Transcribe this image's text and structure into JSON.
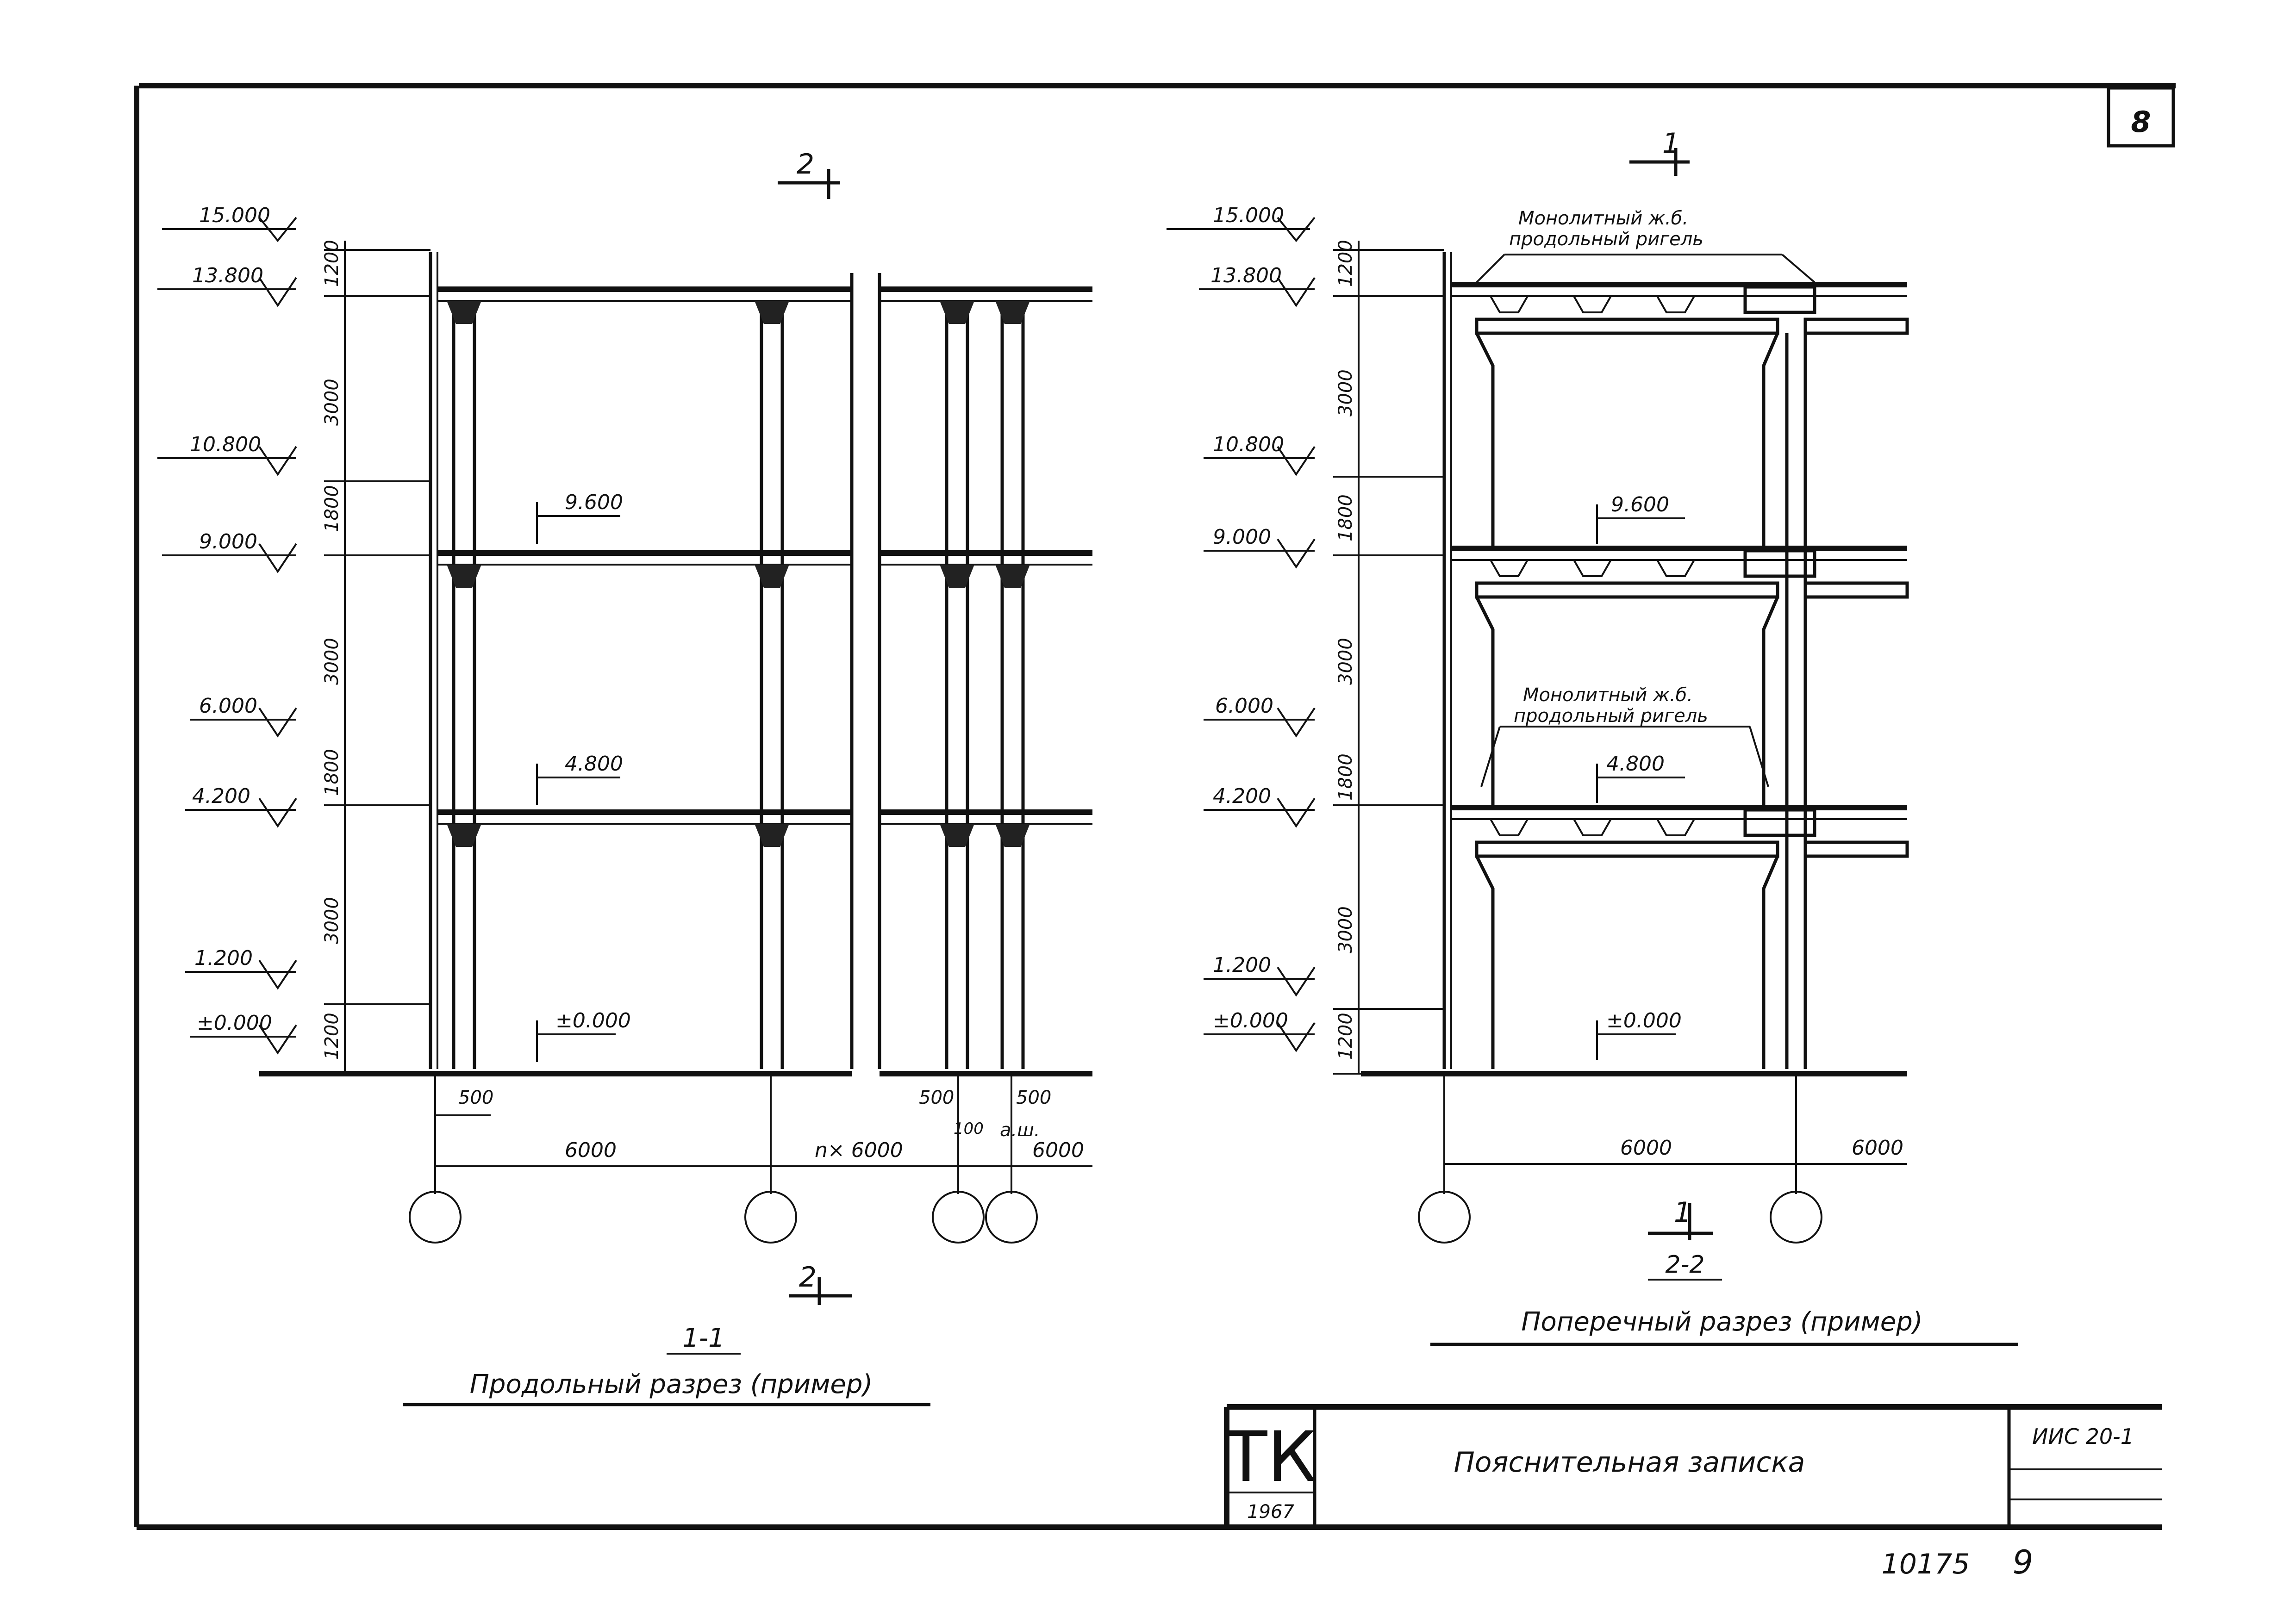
{
  "sheet": {
    "number": "8"
  },
  "section_1": {
    "cut_mark_top": "2",
    "cut_mark_bottom": "2",
    "elevations": [
      "15.000",
      "13.800",
      "10.800",
      "9.000",
      "6.000",
      "4.200",
      "1.200",
      "±0.000"
    ],
    "floor_levels": [
      "9.600",
      "4.800",
      "±0.000"
    ],
    "heights": [
      "1200",
      "3000",
      "1800",
      "3000",
      "1800",
      "3000",
      "1200"
    ],
    "dims_bottom": [
      "500",
      "6000",
      "n× 6000",
      "500",
      "500",
      "100",
      "a.ш.",
      "6000"
    ],
    "label": "1-1",
    "title": "Продольный разрез (пример)"
  },
  "section_2": {
    "cut_mark_top": "1",
    "cut_mark_bottom": "1",
    "elevations": [
      "15.000",
      "13.800",
      "10.800",
      "9.000",
      "6.000",
      "4.200",
      "1.200",
      "±0.000"
    ],
    "floor_levels": [
      "9.600",
      "4.800",
      "±0.000"
    ],
    "heights": [
      "1200",
      "3000",
      "1800",
      "3000",
      "1800",
      "3000",
      "1200"
    ],
    "dims_bottom": [
      "6000",
      "6000"
    ],
    "note_top": [
      "Монолитный ж.б.",
      "продольный ригель"
    ],
    "note_mid": [
      "Монолитный ж.б.",
      "продольный ригель"
    ],
    "label": "2-2",
    "title": "Поперечный разрез (пример)"
  },
  "title_block": {
    "org": "ТК",
    "year": "1967",
    "title": "Пояснительная записка",
    "code": "ИИС 20-1"
  },
  "footer": {
    "inv": "10175",
    "page": "9"
  }
}
